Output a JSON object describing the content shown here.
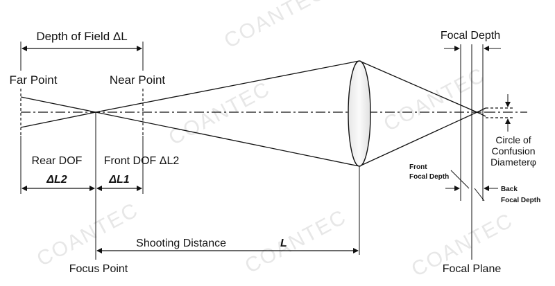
{
  "labels": {
    "depth_of_field": "Depth of Field ΔL",
    "far_point": "Far Point",
    "near_point": "Near Point",
    "rear_dof": "Rear DOF",
    "front_dof": "Front DOF ΔL2",
    "delta_l2": "ΔL2",
    "delta_l1": "ΔL1",
    "shooting_distance": "Shooting Distance",
    "shooting_distance_var": "L",
    "focus_point": "Focus Point",
    "focal_depth": "Focal Depth",
    "circle_of_confusion_1": "Circle of",
    "circle_of_confusion_2": "Confusion",
    "circle_of_confusion_3": "Diameterφ",
    "front_focal_depth_1": "Front",
    "front_focal_depth_2": "Focal Depth",
    "back_focal_depth_1": "Back",
    "back_focal_depth_2": "Focal Depth",
    "focal_plane": "Focal Plane"
  },
  "watermark": "COANTEC"
}
